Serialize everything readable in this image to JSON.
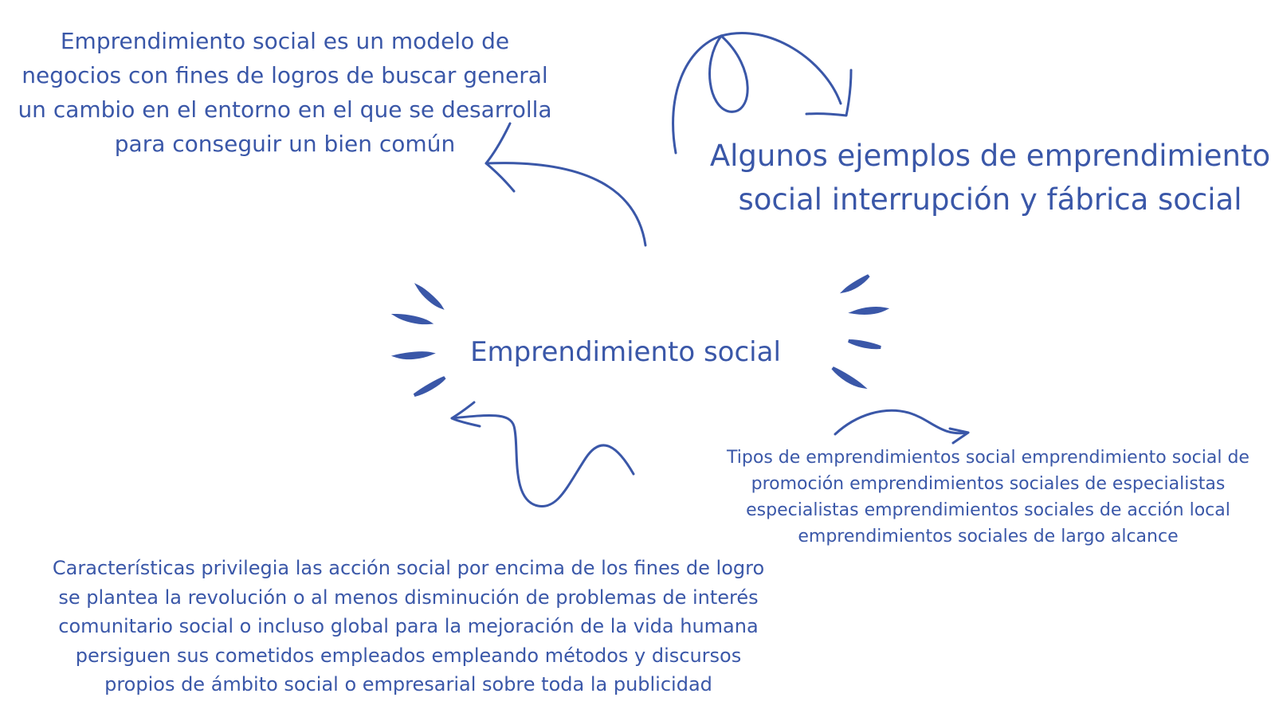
{
  "theme": {
    "ink": "#3a57a8"
  },
  "center": {
    "lines": [
      "Emprendimiento social"
    ]
  },
  "definition": {
    "lines": [
      "Emprendimiento social es un modelo de",
      "negocios con fines de logros de buscar general",
      "un cambio en el entorno en el que se desarrolla",
      "para conseguir un bien común"
    ]
  },
  "examples": {
    "lines": [
      "Algunos ejemplos de emprendimiento",
      "social interrupción y fábrica social"
    ]
  },
  "types": {
    "lines": [
      "Tipos de emprendimientos social emprendimiento social de",
      "promoción emprendimientos sociales de especialistas",
      "especialistas emprendimientos sociales de acción local",
      "emprendimientos sociales de largo alcance"
    ]
  },
  "features": {
    "lines": [
      "Características privilegia las acción social por encima de los fines de logro",
      "se plantea la revolución o al menos disminución de problemas de interés",
      "comunitario social o incluso global para la mejoración de la vida humana",
      "persiguen sus cometidos empleados empleando métodos y discursos",
      "propios de ámbito social o empresarial sobre toda la publicidad"
    ]
  },
  "icons": {
    "arrow_to_definition": "curved-arrow-icon",
    "arrow_to_examples": "looped-arrow-icon",
    "arrow_to_types": "wavy-arrow-icon",
    "arrow_to_features": "squiggle-arrow-icon",
    "emphasis": "emphasis-dashes-icon"
  }
}
